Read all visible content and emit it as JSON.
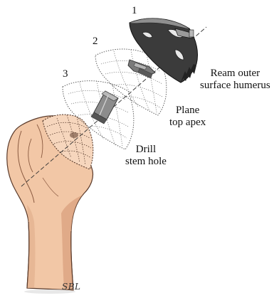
{
  "steps": [
    {
      "number": "1",
      "line1": "Ream outer",
      "line2": "surface humerus"
    },
    {
      "number": "2",
      "line1": "Plane",
      "line2": "top apex"
    },
    {
      "number": "3",
      "line1": "Drill",
      "line2": "stem hole"
    }
  ],
  "signature": "SBL",
  "colors": {
    "bone_fill": "#f2c7a6",
    "bone_shadow": "#d79a78",
    "bone_outline": "#5a3a2a",
    "reamer_dark": "#3b3b3b",
    "metal_gray": "#8c8c8c",
    "axis_line": "#333333",
    "background": "#ffffff"
  },
  "icons": {
    "reamer": "hemispherical-reamer-icon",
    "planer": "dotted-planer-icon",
    "drill": "dotted-drill-guide-icon",
    "bone": "humerus-bone-icon"
  }
}
